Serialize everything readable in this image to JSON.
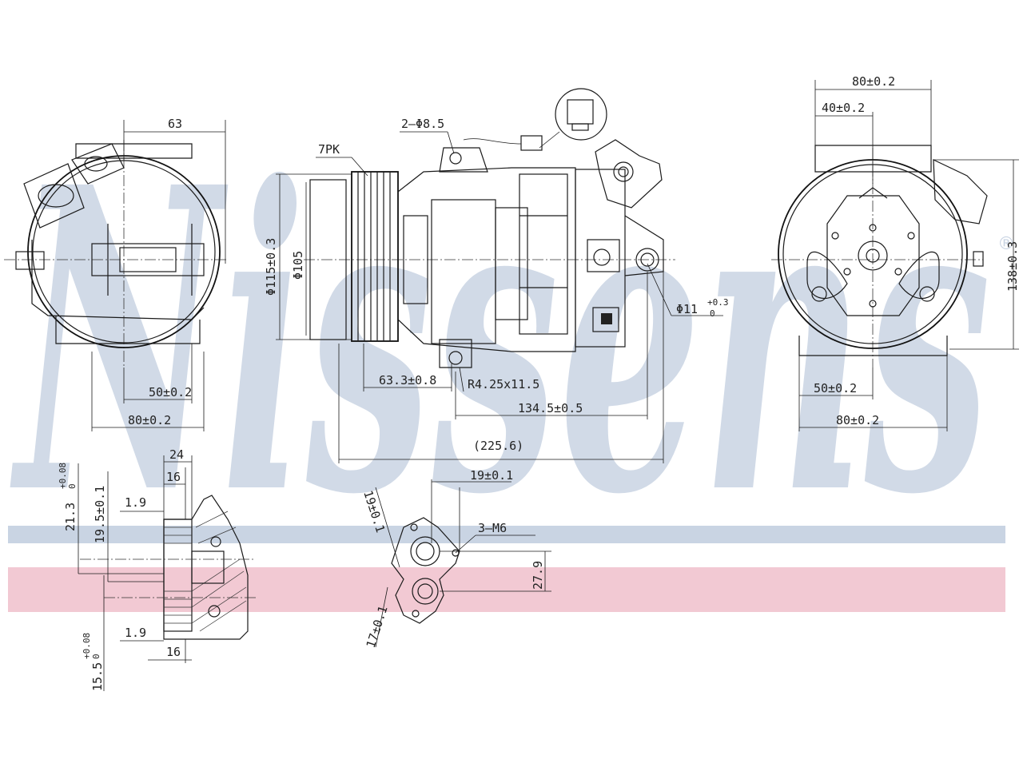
{
  "watermark": {
    "text": "Nissens",
    "mark": "®",
    "band_blue": "#c9d4e3",
    "band_red": "#f2c9d3"
  },
  "dims": {
    "left_top": "63",
    "left_50": "50±0.2",
    "left_80": "80±0.2",
    "pk": "7PK",
    "bolt": "2–Φ8.5",
    "dia115": "Φ115±0.3",
    "dia105": "Φ105",
    "d633": "63.3±0.8",
    "r4": "R4.25x11.5",
    "d1345": "134.5±0.5",
    "d2256": "(225.6)",
    "dia11": "Φ11",
    "dia11_tol_up": "+0.3",
    "dia11_tol_dn": "0",
    "right_80_top": "80±0.2",
    "right_40": "40±0.2",
    "right_138": "138±0.3",
    "right_50": "50±0.2",
    "right_80_bot": "80±0.2",
    "bl_213": "21.3",
    "bl_213_tol_up": "+0.08",
    "bl_213_tol_dn": "0",
    "bl_195": "19.5±0.1",
    "bl_19a": "1.9",
    "bl_24": "24",
    "bl_16a": "16",
    "bl_19b": "1.9",
    "bl_16b": "16",
    "bl_155": "15.5",
    "bl_155_tol_up": "+0.08",
    "bl_155_tol_dn": "0",
    "bc_19": "19±0.1",
    "bc_19l": "19±0.1",
    "bc_m6": "3–M6",
    "bc_279": "27.9",
    "bc_17": "17±0.1"
  }
}
